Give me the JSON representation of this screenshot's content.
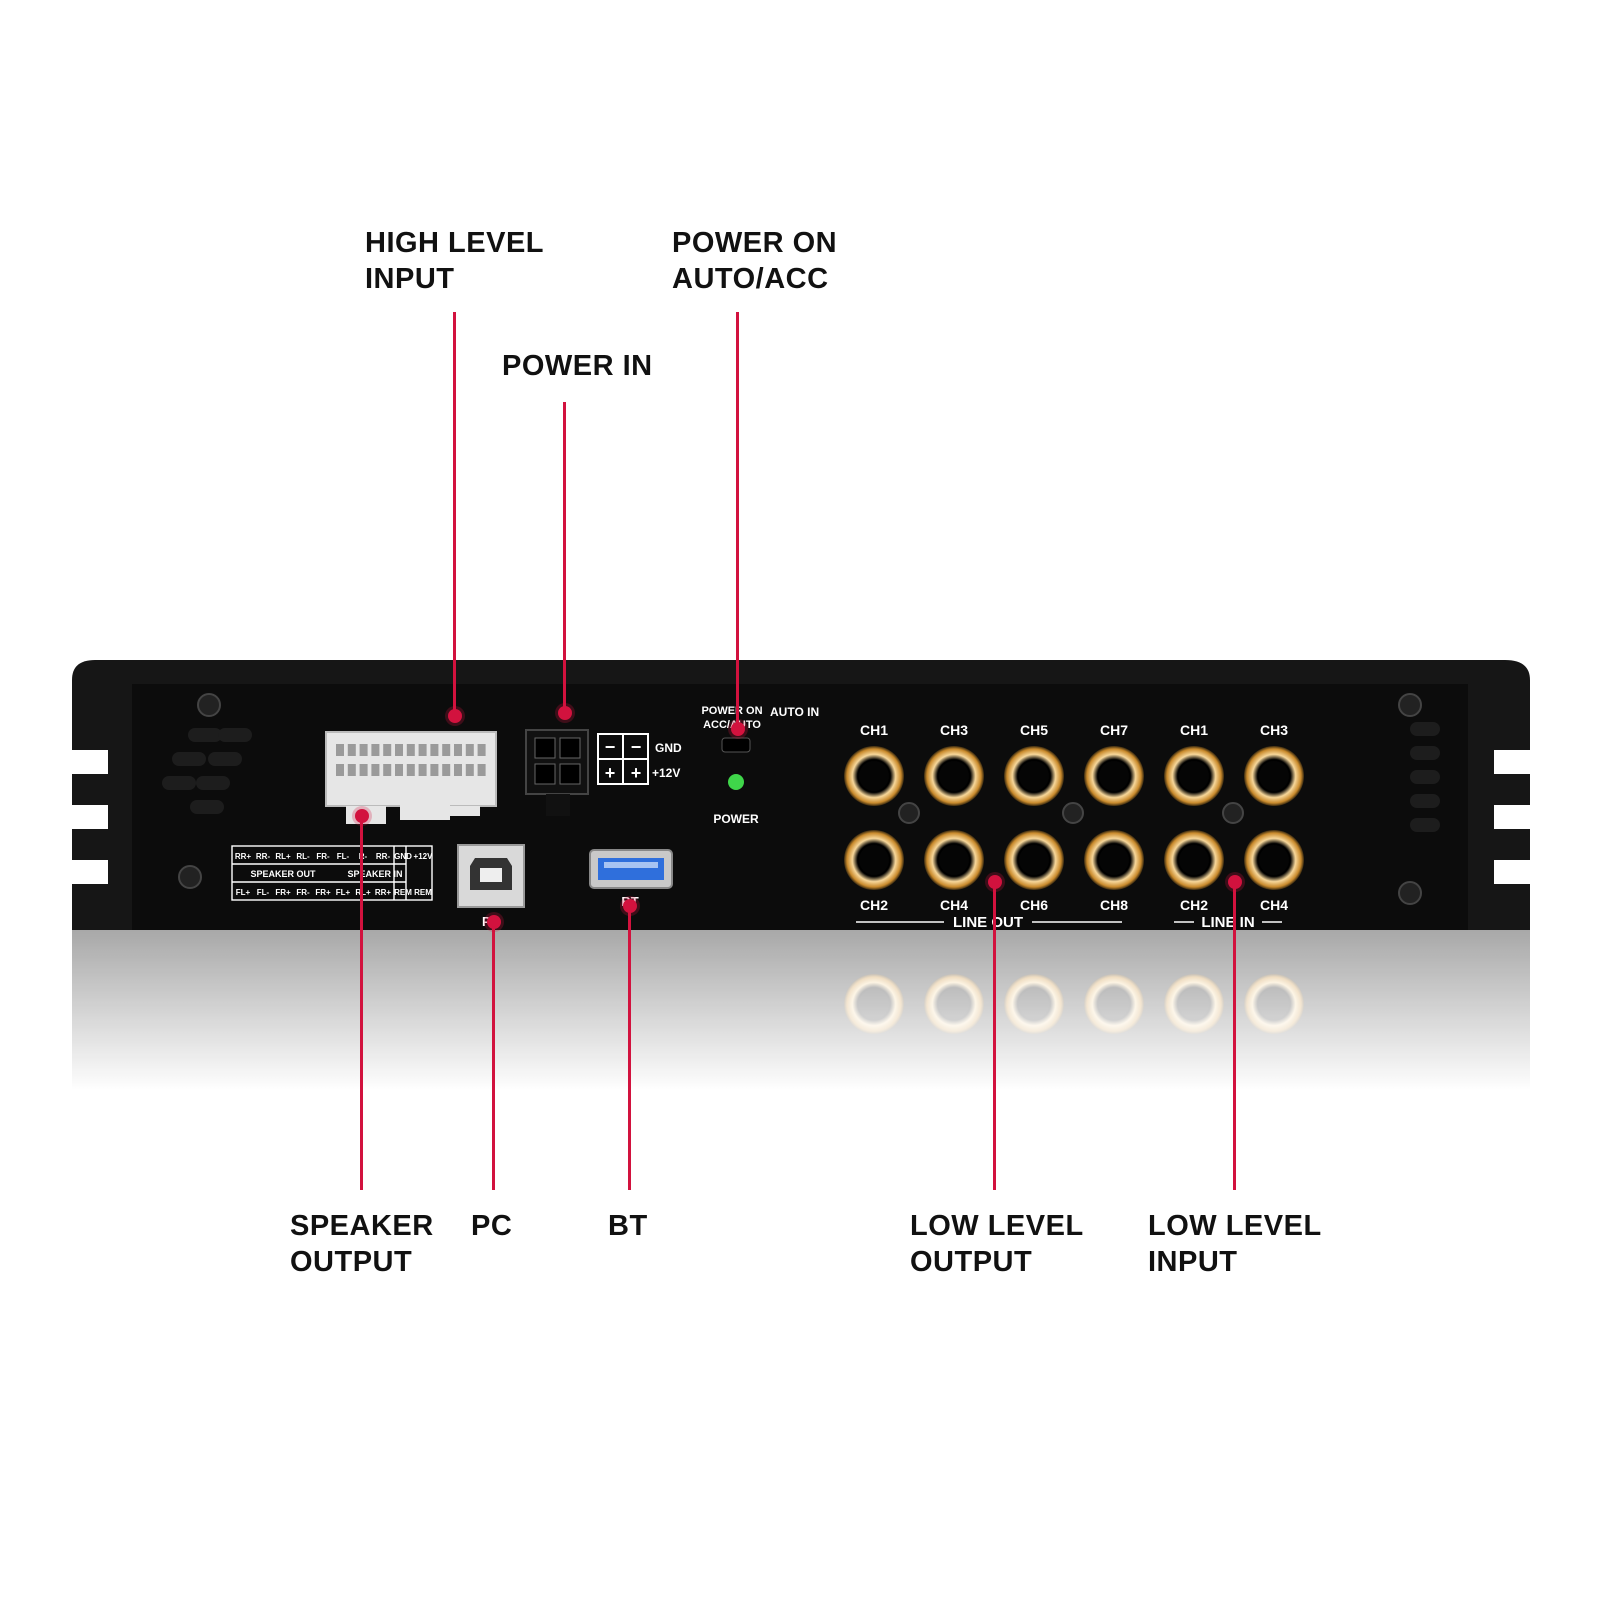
{
  "labels": {
    "high_level_input": [
      "HIGH LEVEL",
      "INPUT"
    ],
    "power_on": [
      "POWER ON",
      "AUTO/ACC"
    ],
    "power_in": [
      "POWER IN"
    ],
    "speaker_output": [
      "SPEAKER",
      "OUTPUT"
    ],
    "pc": [
      "PC"
    ],
    "bt": [
      "BT"
    ],
    "low_level_output": [
      "LOW LEVEL",
      "OUTPUT"
    ],
    "low_level_input": [
      "LOW LEVEL",
      "INPUT"
    ]
  },
  "panel": {
    "power_switch_label": [
      "POWER ON",
      "ACC/AUTO"
    ],
    "auto_in": "AUTO  IN",
    "power_led": "POWER",
    "power_terminal": {
      "gnd": "GND",
      "v12": "+12V",
      "minus": "−",
      "plus": "+"
    },
    "port_pc": "PC",
    "port_bt": "BT",
    "harness_row1": [
      "RR+",
      "RR-",
      "RL+",
      "RL-",
      "FR-",
      "FL-",
      "R-",
      "RR-",
      "GND",
      "+12V"
    ],
    "harness_row2": [
      "SPEAKER  OUT",
      "SPEAKER  IN",
      "OUT",
      "REM"
    ],
    "harness_row3": [
      "FL+",
      "FL-",
      "FR+",
      "FR-",
      "FR+",
      "FL+",
      "RL+",
      "RR+",
      "REM",
      "REM"
    ],
    "line_out_top": [
      "CH1",
      "CH3",
      "CH5",
      "CH7"
    ],
    "line_out_bottom": [
      "CH2",
      "CH4",
      "CH6",
      "CH8"
    ],
    "line_out_title": "LINE  OUT",
    "line_in_top": [
      "CH1",
      "CH3"
    ],
    "line_in_bottom": [
      "CH2",
      "CH4"
    ],
    "line_in_title": "LINE  IN"
  },
  "colors": {
    "accent": "#d2123e",
    "chassis": "#141414",
    "rca_ring": "#f3c98a",
    "usb_blue": "#2f6fdc",
    "led_green": "#3fd64a"
  }
}
